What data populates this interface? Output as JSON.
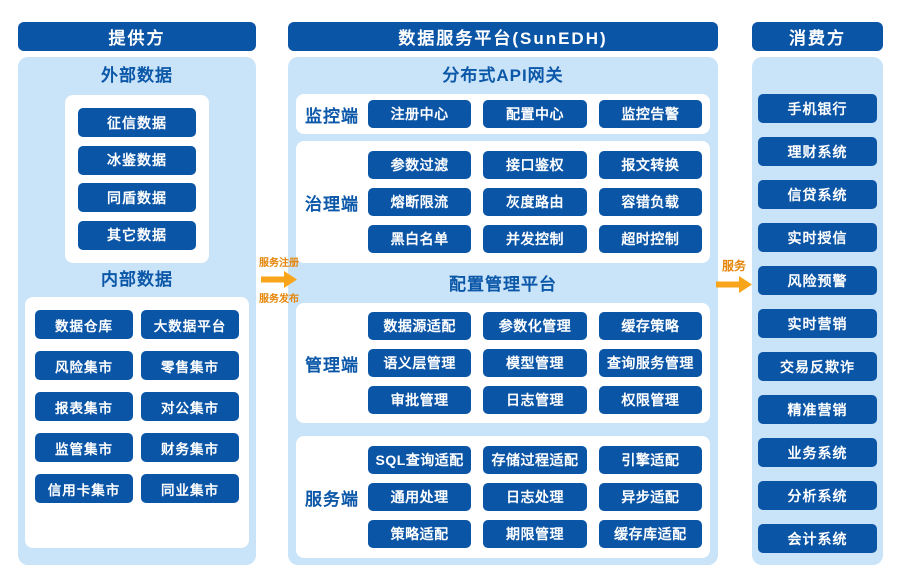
{
  "provider": {
    "header": "提供方",
    "external": {
      "title": "外部数据",
      "items": [
        "征信数据",
        "冰鉴数据",
        "同盾数据",
        "其它数据"
      ]
    },
    "internal": {
      "title": "内部数据",
      "items": [
        "数据仓库",
        "大数据平台",
        "风险集市",
        "零售集市",
        "报表集市",
        "对公集市",
        "监管集市",
        "财务集市",
        "信用卡集市",
        "同业集市"
      ]
    }
  },
  "platform": {
    "header": "数据服务平台(SunEDH)",
    "sections": [
      {
        "title": "分布式API网关",
        "rows": [
          {
            "label": "监控端",
            "items": [
              "注册中心",
              "配置中心",
              "监控告警"
            ]
          },
          {
            "label": "治理端",
            "items": [
              "参数过滤",
              "接口鉴权",
              "报文转换",
              "熔断限流",
              "灰度路由",
              "容错负载",
              "黑白名单",
              "并发控制",
              "超时控制"
            ]
          }
        ]
      },
      {
        "title": "配置管理平台",
        "rows": [
          {
            "label": "管理端",
            "items": [
              "数据源适配",
              "参数化管理",
              "缓存策略",
              "语义层管理",
              "模型管理",
              "查询服务管理",
              "审批管理",
              "日志管理",
              "权限管理"
            ]
          },
          {
            "label": "服务端",
            "items": [
              "SQL查询适配",
              "存储过程适配",
              "引擎适配",
              "通用处理",
              "日志处理",
              "异步适配",
              "策略适配",
              "期限管理",
              "缓存库适配"
            ]
          }
        ]
      }
    ]
  },
  "consumer": {
    "header": "消费方",
    "items": [
      "手机银行",
      "理财系统",
      "信贷系统",
      "实时授信",
      "风险预警",
      "实时营销",
      "交易反欺诈",
      "精准营销",
      "业务系统",
      "分析系统",
      "会计系统"
    ]
  },
  "arrows": {
    "left": {
      "top_label": "服务注册",
      "bottom_label": "服务发布"
    },
    "right": {
      "top_label": "服务"
    }
  },
  "colors": {
    "dark_blue": "#0B55A6",
    "light_blue": "#C9E3F8",
    "title_blue": "#0B57A8",
    "arrow_orange": "#F9A51B",
    "arrow_label_orange": "#E5860A"
  }
}
